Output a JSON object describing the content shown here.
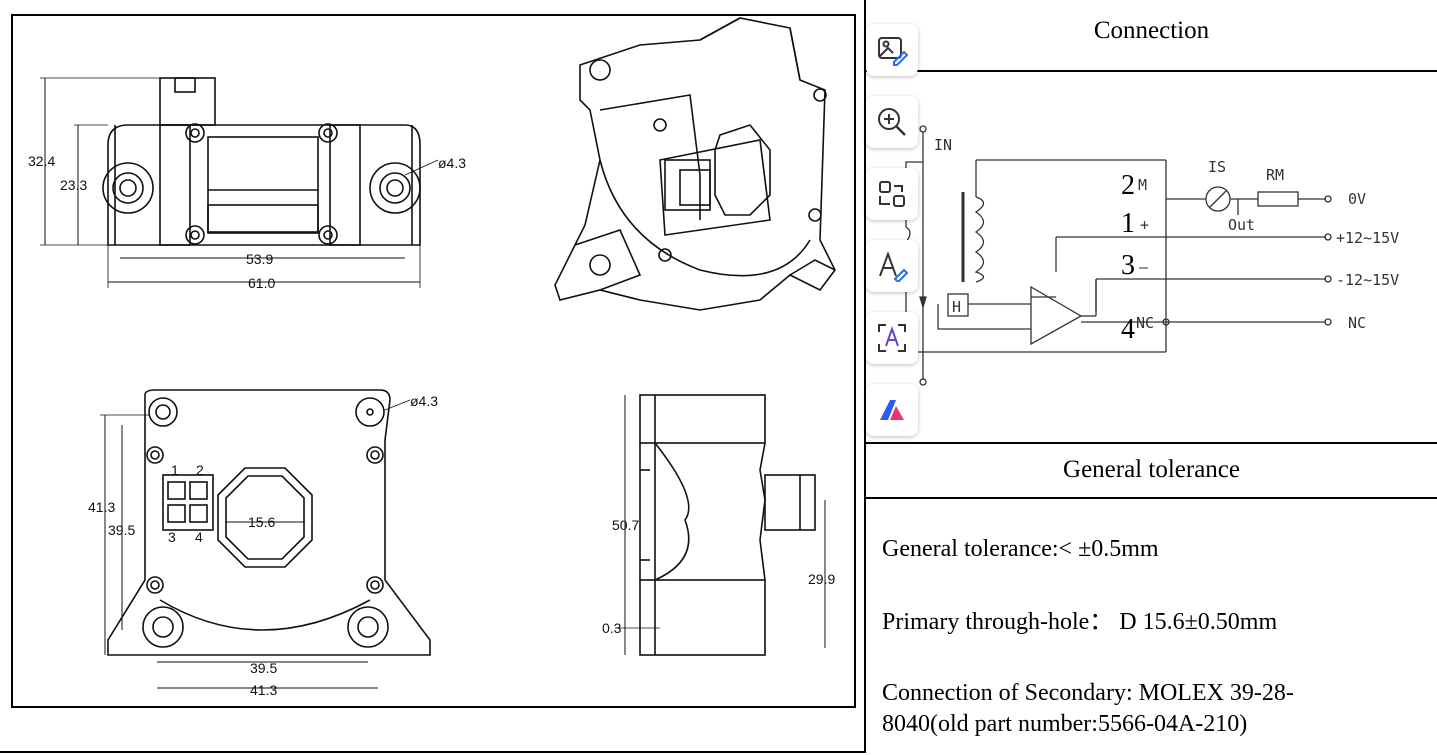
{
  "drawing": {
    "front_view": {
      "dims": [
        "32.4",
        "23.3",
        "53.9",
        "61.0",
        "ø4.3"
      ]
    },
    "bottom_view": {
      "dims": [
        "41.3",
        "39.5",
        "15.6",
        "ø4.3",
        "39.5",
        "41.3"
      ],
      "pins_top": [
        "1",
        "2"
      ],
      "pins_bottom": [
        "3",
        "4"
      ]
    },
    "side_view": {
      "dims": [
        "50.7",
        "29.9",
        "0.3"
      ]
    }
  },
  "connection": {
    "title": "Connection",
    "schematic": {
      "in_label": "IN",
      "h_label": "H",
      "is_label": "IS",
      "rm_label": "RM",
      "out_label": "Out",
      "pins": [
        {
          "num": "2",
          "sign": "M",
          "label": "0V"
        },
        {
          "num": "1",
          "sign": "+",
          "label": "+12~15V"
        },
        {
          "num": "3",
          "sign": "–",
          "label": "-12~15V"
        },
        {
          "num": "4",
          "sign": "NC",
          "label": "NC"
        }
      ]
    }
  },
  "tolerance": {
    "title": "General tolerance",
    "line1": "General tolerance:< ±0.5mm",
    "line2": "Primary through-hole： D 15.6±0.50mm",
    "line3a": "Connection of Secondary: MOLEX 39-28-",
    "line3b": "8040(old part number:5566-04A-210)"
  },
  "toolbar": {
    "tools": [
      "image-edit-icon",
      "zoom-in-icon",
      "convert-icon",
      "text-edit-icon",
      "ocr-icon",
      "app-logo-icon"
    ]
  }
}
